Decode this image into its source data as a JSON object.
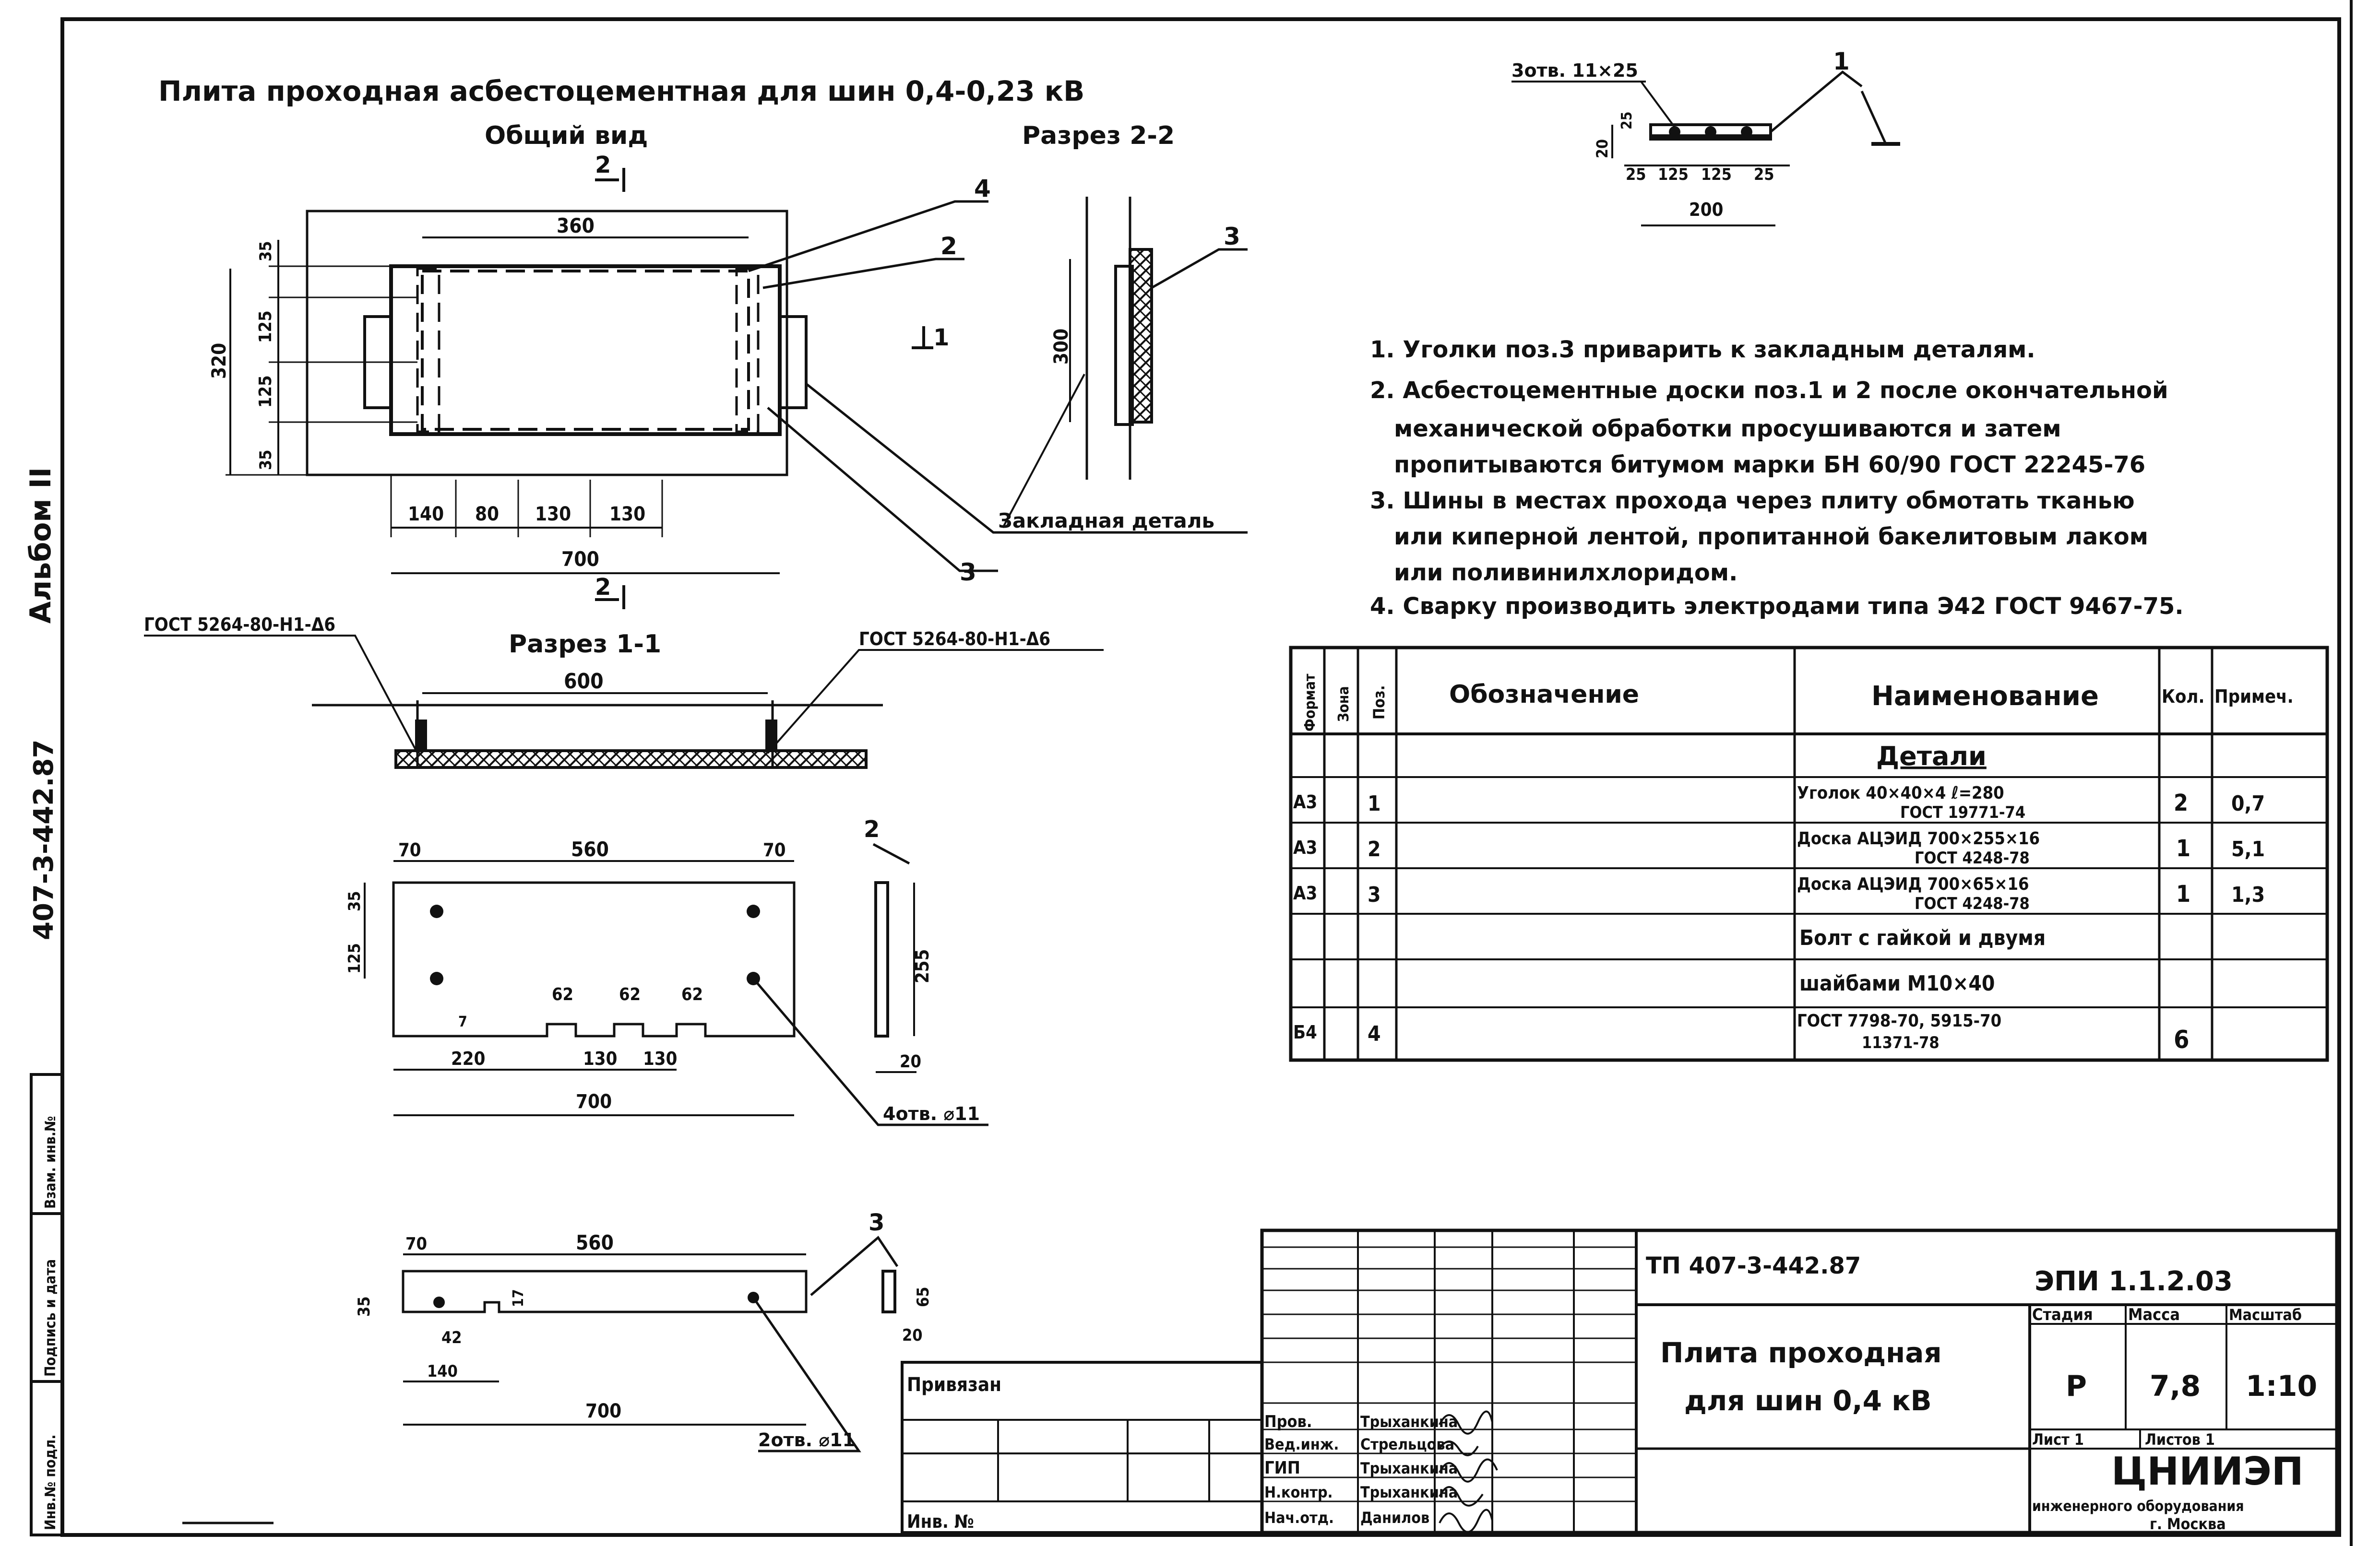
{
  "side": {
    "album": "Альбом II",
    "code": "407-3-442.87",
    "stamp_fields": [
      "Инв.№ подл.",
      "Подпись и дата",
      "Взам. инв.№"
    ]
  },
  "drawing": {
    "title": "Плита проходная асбестоцементная для шин 0,4-0,23 кВ",
    "view_general": "Общий вид",
    "section_22": "Разрез 2-2",
    "section_11": "Разрез 1-1",
    "mark_2": "2",
    "mark_1": "1",
    "embed_label": "Закладная деталь",
    "gost_left": "ГОСТ 5264-80-Н1-Δ6",
    "gost_right": "ГОСТ 5264-80-Н1-Δ6",
    "holes_4": "4отв. ⌀11",
    "holes_2": "2отв. ⌀11",
    "holes_3": "3отв. 11×25",
    "callouts": [
      "1",
      "2",
      "3",
      "4"
    ]
  },
  "dims": {
    "general": [
      "360",
      "320",
      "35",
      "125",
      "125",
      "35",
      "140",
      "80",
      "130",
      "130",
      "700",
      "300"
    ],
    "section11": [
      "600"
    ],
    "part2": [
      "70",
      "560",
      "70",
      "35",
      "125",
      "62",
      "62",
      "62",
      "220",
      "130",
      "130",
      "700",
      "7",
      "255",
      "20"
    ],
    "part3": [
      "70",
      "560",
      "35",
      "42",
      "140",
      "17",
      "700",
      "65",
      "20"
    ],
    "part1": [
      "20",
      "25",
      "25",
      "125",
      "125",
      "25",
      "200"
    ]
  },
  "notes": [
    "1. Уголки поз.3 приварить к закладным деталям.",
    "2. Асбестоцементные доски поз.1 и 2 после окончательной",
    "механической обработки просушиваются и затем",
    "пропитываются битумом марки БН 60/90 ГОСТ 22245-76",
    "3. Шины в местах прохода через плиту обмотать тканью",
    "или киперной лентой, пропитанной бакелитовым лаком",
    "или поливинилхлоридом.",
    "4. Сварку производить электродами типа Э42 ГОСТ 9467-75."
  ],
  "spec": {
    "headers": [
      "Формат",
      "Зона",
      "Поз.",
      "Обозначение",
      "Наименование",
      "Кол.",
      "Примеч."
    ],
    "section": "Детали",
    "rows": [
      {
        "format": "А3",
        "pos": "1",
        "name1": "Уголок 40×40×4 ℓ=280",
        "name2": "ГОСТ 19771-74",
        "qty": "2",
        "note": "0,7"
      },
      {
        "format": "А3",
        "pos": "2",
        "name1": "Доска АЦЭИД 700×255×16",
        "name2": "ГОСТ 4248-78",
        "qty": "1",
        "note": "5,1"
      },
      {
        "format": "А3",
        "pos": "3",
        "name1": "Доска АЦЭИД 700×65×16",
        "name2": "ГОСТ 4248-78",
        "qty": "1",
        "note": "1,3"
      },
      {
        "format": "",
        "pos": "",
        "name1": "Болт с гайкой и двумя",
        "name2": "",
        "qty": "",
        "note": ""
      },
      {
        "format": "",
        "pos": "",
        "name1": "шайбами М10×40",
        "name2": "",
        "qty": "",
        "note": ""
      },
      {
        "format": "Б4",
        "pos": "4",
        "name1": "ГОСТ 7798-70, 5915-70",
        "name2": "11371-78",
        "qty": "6",
        "note": ""
      }
    ]
  },
  "titleblock": {
    "project": "ТП 407-3-442.87",
    "sheet_code": "ЭПИ 1.1.2.03",
    "name1": "Плита проходная",
    "name2": "для шин 0,4 кВ",
    "stage_h": "Стадия",
    "mass_h": "Масса",
    "scale_h": "Масштаб",
    "stage": "Р",
    "mass": "7,8",
    "scale": "1:10",
    "sheet": "Лист 1",
    "sheets": "Листов 1",
    "org": "ЦНИИЭП",
    "org2": "инженерного оборудования",
    "city": "г. Москва",
    "bound": "Привязан",
    "inv": "Инв. №",
    "roles": [
      {
        "role": "Пров.",
        "name": "Трыханкина"
      },
      {
        "role": "Вед.инж.",
        "name": "Стрельцова"
      },
      {
        "role": "ГИП",
        "name": "Трыханкина"
      },
      {
        "role": "Н.контр.",
        "name": "Трыханкина"
      },
      {
        "role": "Нач.отд.",
        "name": "Данилов"
      }
    ]
  }
}
